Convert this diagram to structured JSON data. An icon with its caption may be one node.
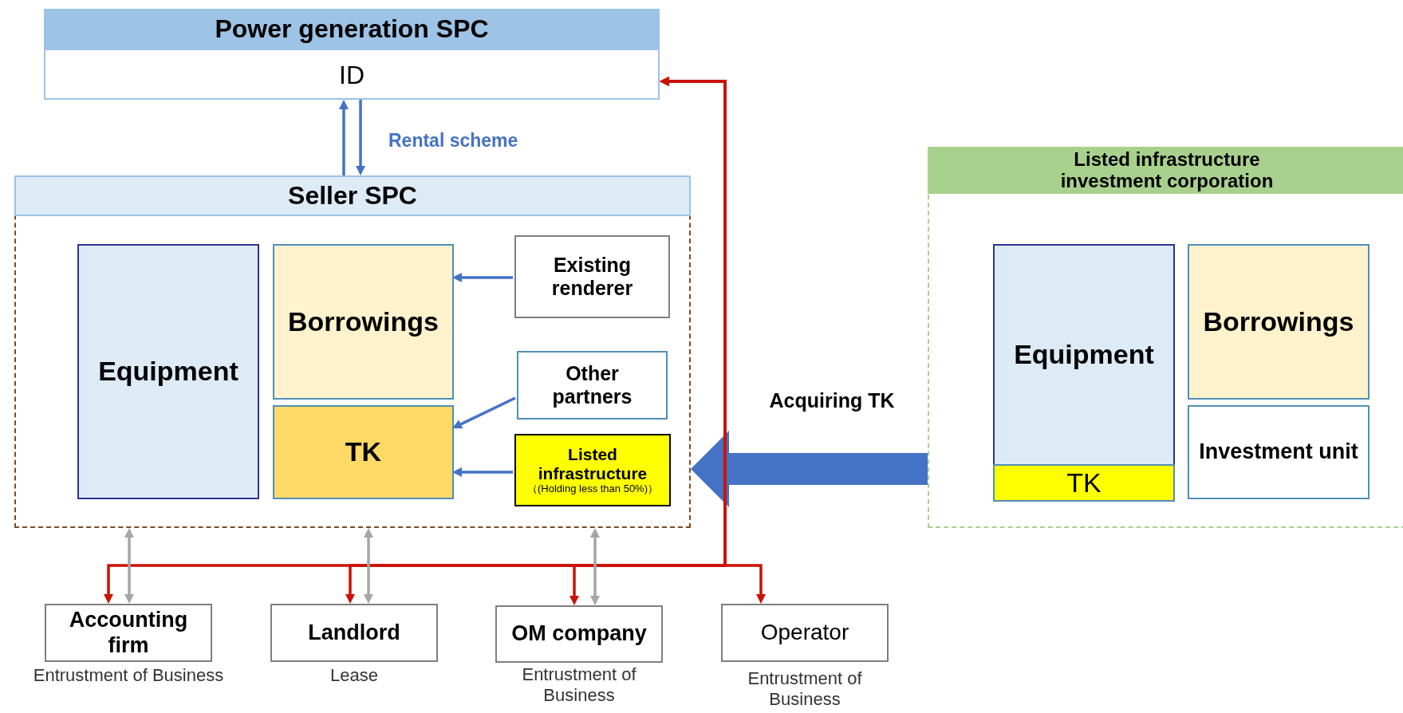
{
  "diagram": {
    "nodes": [
      {
        "text": [
          "Power generation SPC",
          "ID"
        ]
      },
      {
        "text": [
          "Seller SPC"
        ]
      },
      {
        "text": [
          "Equipment"
        ],
        "in": 1
      },
      {
        "text": [
          "Borrowings"
        ],
        "in": 1
      },
      {
        "text": [
          "TK"
        ],
        "in": 1
      },
      {
        "text": [
          "Existing renderer"
        ],
        "in": 1
      },
      {
        "text": [
          "Other partners"
        ],
        "in": 1
      },
      {
        "text": [
          "Listed infrastructure",
          "（(Holding less than 50%)）"
        ],
        "in": 1
      },
      {
        "text": [
          "Listed infrastructure investment corporation"
        ]
      },
      {
        "text": [
          "Equipment"
        ],
        "in": 8
      },
      {
        "text": [
          "TK"
        ],
        "in": 8
      },
      {
        "text": [
          "Borrowings"
        ],
        "in": 8
      },
      {
        "text": [
          "Investment unit"
        ],
        "in": 8
      },
      {
        "text": [
          "Accounting firm"
        ],
        "beside": [
          "Entrustment of Business"
        ]
      },
      {
        "text": [
          "Landlord"
        ],
        "beside": [
          "Lease"
        ]
      },
      {
        "text": [
          "OM company"
        ],
        "beside": [
          "Entrustment of Business"
        ]
      },
      {
        "text": [
          "Operator"
        ],
        "beside": [
          "Entrustment of Business"
        ]
      }
    ],
    "edges": [
      {
        "from": 1,
        "to": 0,
        "arrow": "to",
        "color": "#4472c4"
      },
      {
        "from": 0,
        "to": 1,
        "arrow": "to",
        "label": "Rental scheme",
        "color": "#4472c4"
      },
      {
        "from": 5,
        "to": 3,
        "arrow": "to",
        "color": "#4472c4"
      },
      {
        "from": 6,
        "to": 4,
        "arrow": "to",
        "color": "#4472c4"
      },
      {
        "from": 7,
        "to": 4,
        "arrow": "to",
        "color": "#4472c4"
      },
      {
        "from": 8,
        "to": 1,
        "arrow": "to",
        "label": "Acquiring TK",
        "style": "thick",
        "color": "#4472c4"
      },
      {
        "from": 0,
        "to": 13,
        "arrow": "both",
        "color": "#cc1100"
      },
      {
        "from": 0,
        "to": 14,
        "arrow": "both",
        "color": "#cc1100"
      },
      {
        "from": 0,
        "to": 15,
        "arrow": "both",
        "color": "#cc1100"
      },
      {
        "from": 0,
        "to": 16,
        "arrow": "both",
        "color": "#cc1100"
      },
      {
        "from": 1,
        "to": 13,
        "arrow": "both",
        "color": "#a6a6a6"
      },
      {
        "from": 1,
        "to": 14,
        "arrow": "both",
        "color": "#a6a6a6"
      },
      {
        "from": 1,
        "to": 15,
        "arrow": "both",
        "color": "#a6a6a6"
      }
    ]
  }
}
